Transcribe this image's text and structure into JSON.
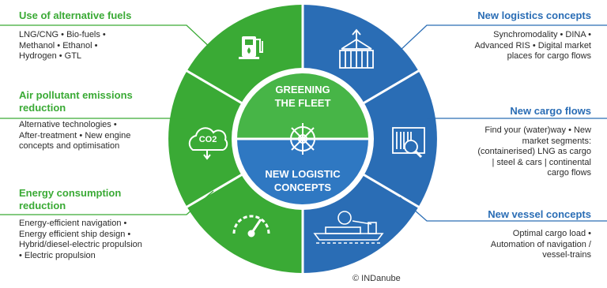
{
  "left": [
    {
      "title": "Use of alternative fuels",
      "text": "LNG/CNG • Bio-fuels •\nMethanol • Ethanol •\nHydrogen • GTL"
    },
    {
      "title": "Air pollutant emissions\nreduction",
      "text": "Alternative technologies •\nAfter-treatment • New engine\nconcepts and optimisation"
    },
    {
      "title": "Energy consumption\nreduction",
      "text": "Energy-efficient navigation •\nEnergy efficient ship design •\nHybrid/diesel-electric propulsion\n• Electric propulsion"
    }
  ],
  "right": [
    {
      "title": "New logistics concepts",
      "text": "Synchromodality • DINA •\nAdvanced RIS • Digital market\nplaces for cargo flows"
    },
    {
      "title": "New cargo flows",
      "text": "Find your (water)way • New\nmarket segments:\n(containerised) LNG as cargo\n| steel & cars | continental\ncargo flows"
    },
    {
      "title": "New vessel concepts",
      "text": "Optimal cargo load •\nAutomation of navigation /\nvessel-trains"
    }
  ],
  "center": {
    "top_label_1": "GREENING",
    "top_label_2": "THE FLEET",
    "bottom_label_1": "NEW LOGISTIC",
    "bottom_label_2": "CONCEPTS"
  },
  "icons": {
    "co2_label": "CO2",
    "left_icons": [
      "fuel-pump-icon",
      "co2-cloud-icon",
      "gauge-icon"
    ],
    "right_icons": [
      "crane-container-icon",
      "barcode-magnifier-icon",
      "barge-icon"
    ]
  },
  "colors": {
    "green": "#3aaa35",
    "blue": "#2a6db5",
    "inner_green": "#47b547",
    "inner_blue": "#2f78c2"
  },
  "copyright": "© INDanube"
}
